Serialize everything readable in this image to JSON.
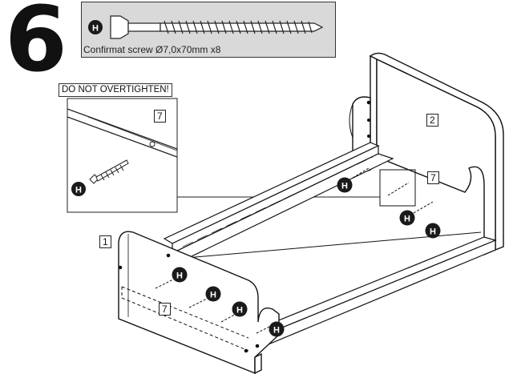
{
  "step": {
    "number": "6"
  },
  "hardware": {
    "letter": "H",
    "caption": "Confirmat screw Ø7,0x70mm x8"
  },
  "warning": {
    "text": "DO NOT OVERTIGHTEN!"
  },
  "parts": {
    "headboard": "2",
    "footboard": "1",
    "rail_back": "7",
    "rail_detail": "7",
    "rail_front": "7"
  },
  "colors": {
    "outline": "#111111",
    "panel_fill": "#ffffff",
    "hardware_box": "#d9d9d9",
    "badge": "#1a1a1a"
  }
}
